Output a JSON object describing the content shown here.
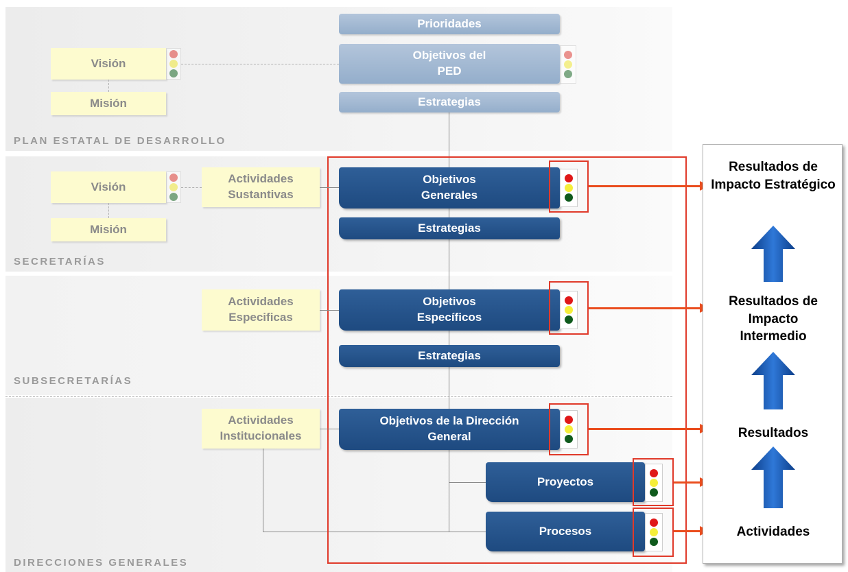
{
  "bands": [
    {
      "label": "PLAN ESTATAL DE DESARROLLO"
    },
    {
      "label": "SECRETARÍAS"
    },
    {
      "label": "SUBSECRETARÍAS"
    },
    {
      "label": "DIRECCIONES GENERALES"
    }
  ],
  "ped": {
    "vision": "Visión",
    "mision": "Misión",
    "prioridades": "Prioridades",
    "objetivos": "Objetivos del PED",
    "estrategias": "Estrategias"
  },
  "secretarias": {
    "vision": "Visión",
    "mision": "Misión",
    "actividades": "Actividades Sustantivas",
    "objetivos": "Objetivos Generales",
    "estrategias": "Estrategias"
  },
  "subsecretarias": {
    "actividades": "Actividades Especificas",
    "objetivos": "Objetivos Específicos",
    "estrategias": "Estrategias"
  },
  "direcciones": {
    "actividades": "Actividades Institucionales",
    "objetivos": "Objetivos de la Dirección General",
    "proyectos": "Proyectos",
    "procesos": "Procesos"
  },
  "resultados": [
    "Resultados de Impacto Estratégico",
    "Resultados de Impacto Intermedio",
    "Resultados",
    "Actividades"
  ],
  "colors": {
    "dark_box": "#245290",
    "pale_box": "#a3b9d3",
    "yellow_box": "#fdfbcf",
    "highlight": "#e03a2a",
    "arrow": "#ea4d1e",
    "up_arrow": "#1d5cb8"
  }
}
